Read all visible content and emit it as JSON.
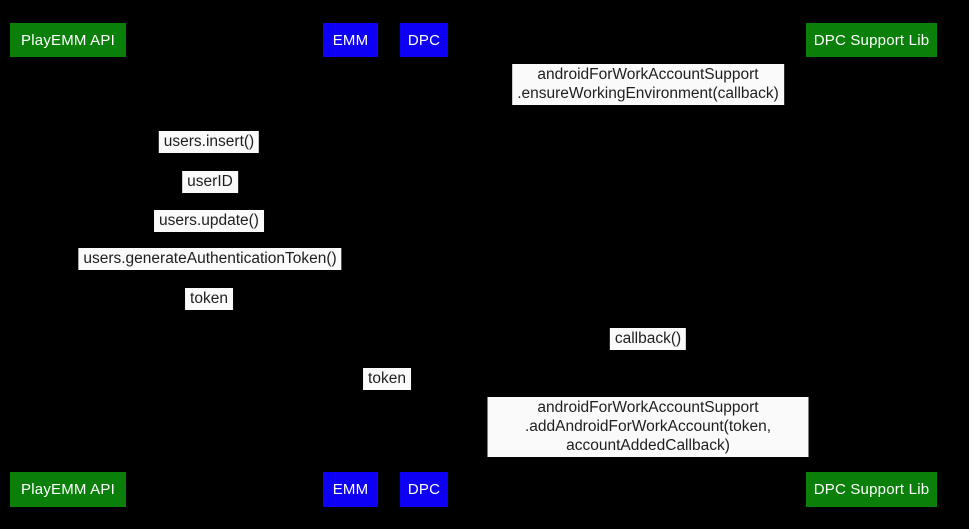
{
  "diagram": {
    "type": "sequence-diagram",
    "colors": {
      "background": "#000000",
      "actor_green": "#0a800a",
      "actor_blue": "#0d00f5",
      "actor_text": "#ffffff",
      "message_bg": "#fafafa",
      "message_text": "#1f1f1f"
    },
    "actors": [
      {
        "id": "playemm-api",
        "label": "PlayEMM API",
        "color": "#0a800a"
      },
      {
        "id": "emm",
        "label": "EMM",
        "color": "#0d00f5"
      },
      {
        "id": "dpc",
        "label": "DPC",
        "color": "#0d00f5"
      },
      {
        "id": "dpc-support-lib",
        "label": "DPC Support Lib",
        "color": "#0a800a"
      }
    ],
    "messages": [
      {
        "id": "ensure-working-environment",
        "text": "androidForWorkAccountSupport\n.ensureWorkingEnvironment(callback)"
      },
      {
        "id": "users-insert",
        "text": "users.insert()"
      },
      {
        "id": "user-id",
        "text": "userID"
      },
      {
        "id": "users-update",
        "text": "users.update()"
      },
      {
        "id": "users-generate-authentication-token",
        "text": "users.generateAuthenticationToken()"
      },
      {
        "id": "token-left",
        "text": "token"
      },
      {
        "id": "callback",
        "text": "callback()"
      },
      {
        "id": "token-middle",
        "text": "token"
      },
      {
        "id": "add-android-for-work-account",
        "text": "androidForWorkAccountSupport\n.addAndroidForWorkAccount(token, accountAddedCallback)"
      }
    ]
  }
}
